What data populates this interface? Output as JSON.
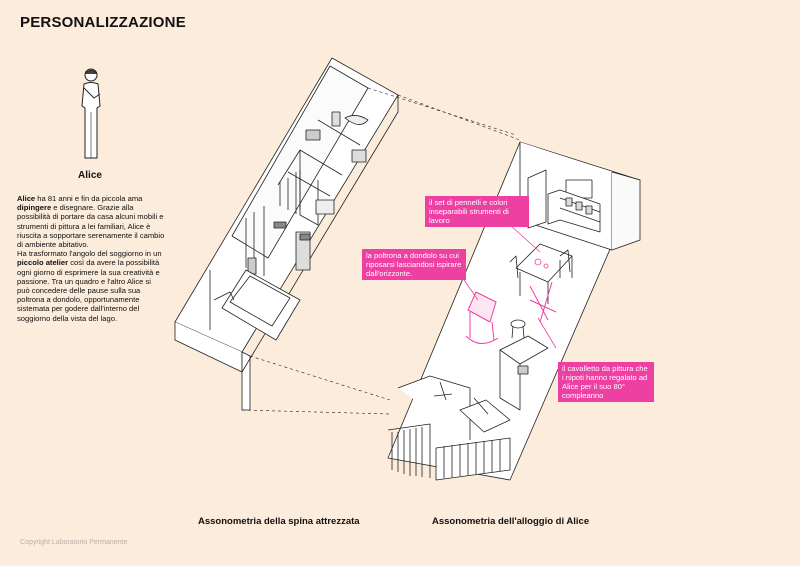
{
  "page_title": "PERSONALIZZAZIONE",
  "person": {
    "name": "Alice",
    "description": {
      "p1_name": "Alice",
      "p1_a": " ha 81 anni e fin da piccola ama ",
      "p1_bold": "dipingere",
      "p1_b": " e disegnare. Grazie alla possibilità di portare da casa alcuni mobili e strumenti di pittura a lei familiari, Alice è riuscita a sopportare serenamente il cambio di ambiente abitativo.",
      "p2_a": "Ha trasformato l'angolo del soggiorno in un ",
      "p2_bold": "piccolo atelier",
      "p2_b": " così da avere la possibilità ogni giorno di esprimere la sua creatività e passione. Tra un quadro e l'altro Alice si può concedere delle pause sulla sua poltrona a dondolo, opportunamente sistemata per godere dall'interno del soggiorno della vista del lago."
    }
  },
  "callouts": {
    "brushes": "il set di pennelli e colori inseparabili strumenti di lavoro",
    "rocking_chair": "la poltrona a dondolo su cui riposarsi lasciandosi ispirare dall'orizzonte.",
    "easel": "il cavalletto da pittura che i nipoti hanno regalato ad Alice per il suo 80° compleanno"
  },
  "captions": {
    "left": "Assonometria della spina attrezzata",
    "right": "Assonometria dell'alloggio di Alice"
  },
  "copyright": "Copyright Laboratorio Permanente",
  "colors": {
    "background": "#fbecdc",
    "accent": "#ee3fa2"
  }
}
